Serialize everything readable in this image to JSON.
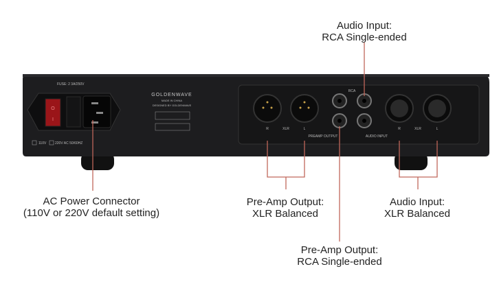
{
  "device": {
    "fuse_label": "FUSE: 2 3A/250V",
    "brand": "GOLDENWAVE",
    "made_in": "MADE IN CHINA",
    "designed_by": "DESIGNED BY GOLDENWAVE",
    "voltage_110": "110V",
    "voltage_220": "220V AC 50/60HZ",
    "rca_label": "RCA",
    "r": "R",
    "l": "L",
    "xlr": "XLR",
    "preamp_output": "PREAMP OUTPUT",
    "audio_input": "AUDIO INPUT"
  },
  "callouts": {
    "rca_input": {
      "line1": "Audio Input:",
      "line2": "RCA Single-ended"
    },
    "ac_power": {
      "line1": "AC Power Connector",
      "line2": "(110V or 220V default setting)"
    },
    "xlr_preamp": {
      "line1": "Pre-Amp Output:",
      "line2": "XLR Balanced"
    },
    "xlr_input": {
      "line1": "Audio Input:",
      "line2": "XLR Balanced"
    },
    "rca_preamp": {
      "line1": "Pre-Amp Output:",
      "line2": "RCA Single-ended"
    }
  },
  "colors": {
    "callout_line": "#c0675a",
    "chassis": "#1c1c1e",
    "switch": "#a3161c"
  }
}
